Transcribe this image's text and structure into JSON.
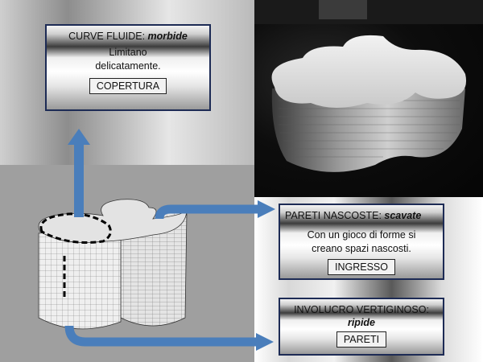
{
  "boxes": {
    "copertura": {
      "title_prefix": "CURVE FLUIDE: ",
      "title_emphasis": "morbide",
      "line1": "Limitano",
      "line2": "delicatamente.",
      "tag": "COPERTURA"
    },
    "ingresso": {
      "title_prefix": "PARETI NASCOSTE: ",
      "title_emphasis": "scavate",
      "line1": "Con un gioco di forme si",
      "line2": "creano spazi nascosti.",
      "tag": "INGRESSO"
    },
    "pareti": {
      "title_prefix": "INVOLUCRO VERTIGINOSO:",
      "title_emphasis": "ripide",
      "tag": "PARETI"
    }
  },
  "colors": {
    "arrow": "#4a7ebb",
    "box_border": "#1d2b55"
  }
}
